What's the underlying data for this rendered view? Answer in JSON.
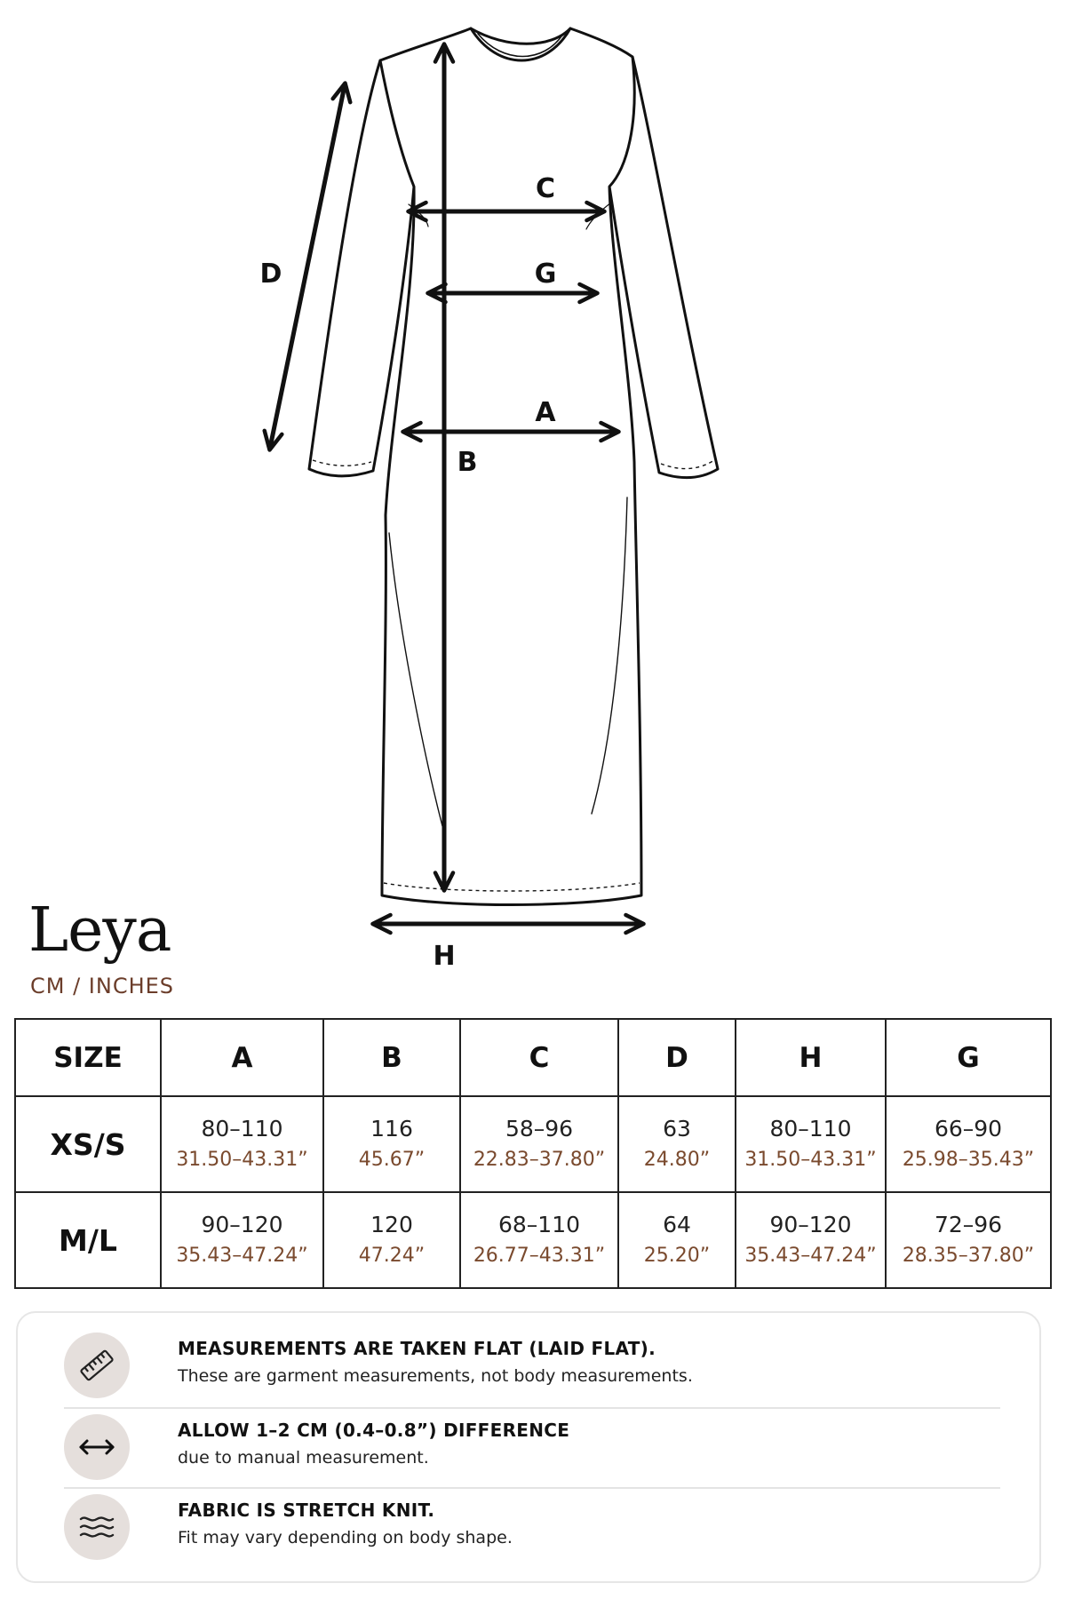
{
  "diagram": {
    "labels": {
      "A": "A",
      "B": "B",
      "C": "C",
      "D": "D",
      "G": "G",
      "H": "H"
    }
  },
  "product": {
    "name": "Leya",
    "units": "CM / INCHES"
  },
  "table": {
    "headers": [
      "SIZE",
      "A",
      "B",
      "C",
      "D",
      "H",
      "G"
    ],
    "rows": [
      {
        "size": "XS/S",
        "cells": [
          {
            "cm": "80–110",
            "in": "31.50–43.31”"
          },
          {
            "cm": "116",
            "in": "45.67”"
          },
          {
            "cm": "58–96",
            "in": "22.83–37.80”"
          },
          {
            "cm": "63",
            "in": "24.80”"
          },
          {
            "cm": "80–110",
            "in": "31.50–43.31”"
          },
          {
            "cm": "66–90",
            "in": "25.98–35.43”"
          }
        ]
      },
      {
        "size": "M/L",
        "cells": [
          {
            "cm": "90–120",
            "in": "35.43–47.24”"
          },
          {
            "cm": "120",
            "in": "47.24”"
          },
          {
            "cm": "68–110",
            "in": "26.77–43.31”"
          },
          {
            "cm": "64",
            "in": "25.20”"
          },
          {
            "cm": "90–120",
            "in": "35.43–47.24”"
          },
          {
            "cm": "72–96",
            "in": "28.35–37.80”"
          }
        ]
      }
    ]
  },
  "notes": [
    {
      "icon": "ruler-icon",
      "title": "MEASUREMENTS ARE TAKEN FLAT (LAID FLAT).",
      "text": "These are garment measurements, not body measurements."
    },
    {
      "icon": "double-arrow-icon",
      "title": "ALLOW 1–2 CM (0.4–0.8”) DIFFERENCE",
      "text": "due to manual measurement."
    },
    {
      "icon": "waves-icon",
      "title": "FABRIC IS STRETCH KNIT.",
      "text": "Fit may vary depending on body shape."
    }
  ],
  "colors": {
    "inch_text": "#7a4a2e",
    "units_text": "#6b3d2a",
    "icon_circle": "#e5dfdc"
  }
}
